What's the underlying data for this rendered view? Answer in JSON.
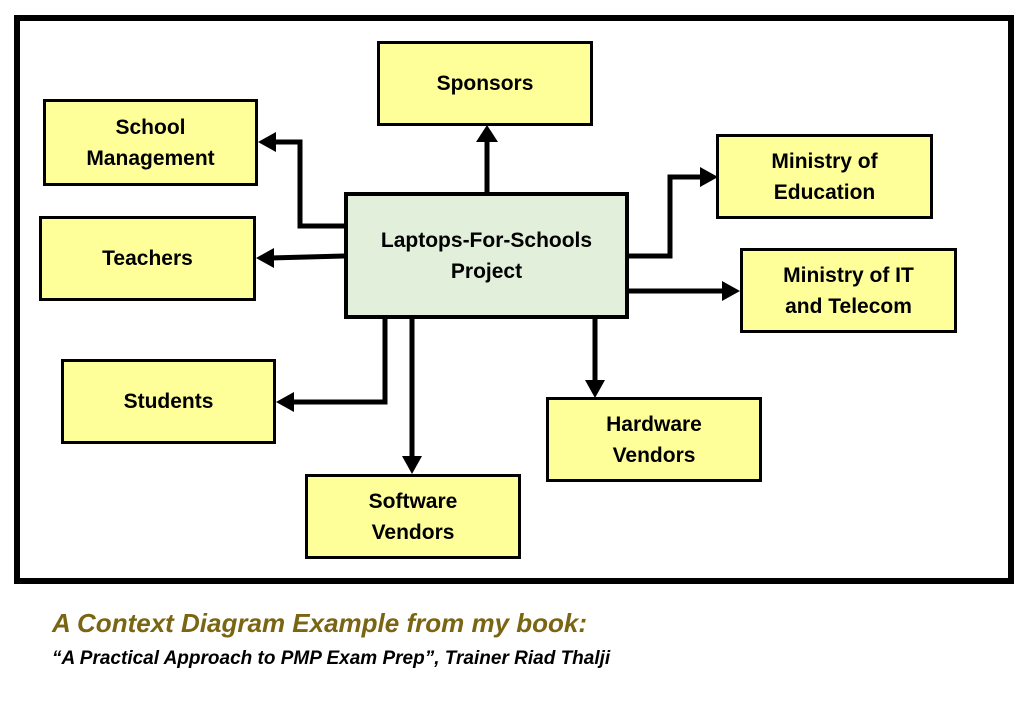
{
  "diagram": {
    "center": "Laptops-For-Schools\nProject",
    "nodes": {
      "sponsors": "Sponsors",
      "school_management": "School\nManagement",
      "teachers": "Teachers",
      "students": "Students",
      "software_vendors": "Software\nVendors",
      "hardware_vendors": "Hardware\nVendors",
      "ministry_education": "Ministry of\nEducation",
      "ministry_it": "Ministry of IT\nand Telecom"
    },
    "colors": {
      "node_fill": "#ffff99",
      "center_fill": "#e2efda",
      "border": "#000000",
      "caption_title": "#7a6512"
    }
  },
  "caption": {
    "title": "A Context Diagram Example from my book:",
    "subtitle": "“A Practical Approach to PMP Exam Prep”, Trainer Riad Thalji"
  }
}
